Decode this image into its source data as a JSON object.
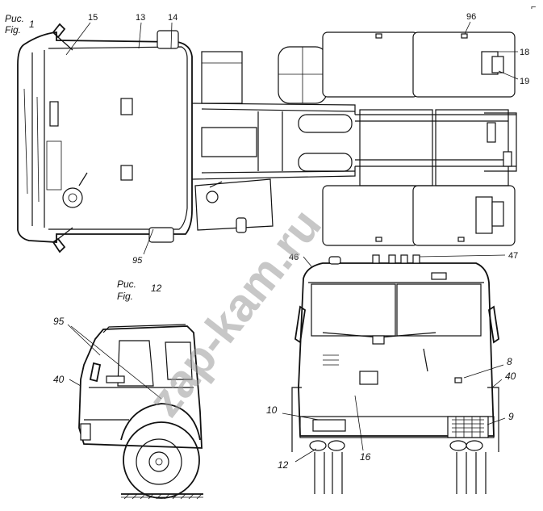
{
  "figure1": {
    "caption_ru": "Рис.",
    "caption_en": "Fig.",
    "number": "1",
    "callouts": [
      "15",
      "13",
      "14",
      "96",
      "18",
      "19",
      "95"
    ]
  },
  "figure12": {
    "caption_ru": "Рис.",
    "caption_en": "Fig.",
    "number": "12",
    "side_callouts": [
      "95",
      "40"
    ],
    "rear_callouts": [
      "46",
      "47",
      "8",
      "40",
      "10",
      "9",
      "12",
      "16"
    ]
  },
  "watermark": "zap-kam.ru",
  "corner_mark": "⌐"
}
